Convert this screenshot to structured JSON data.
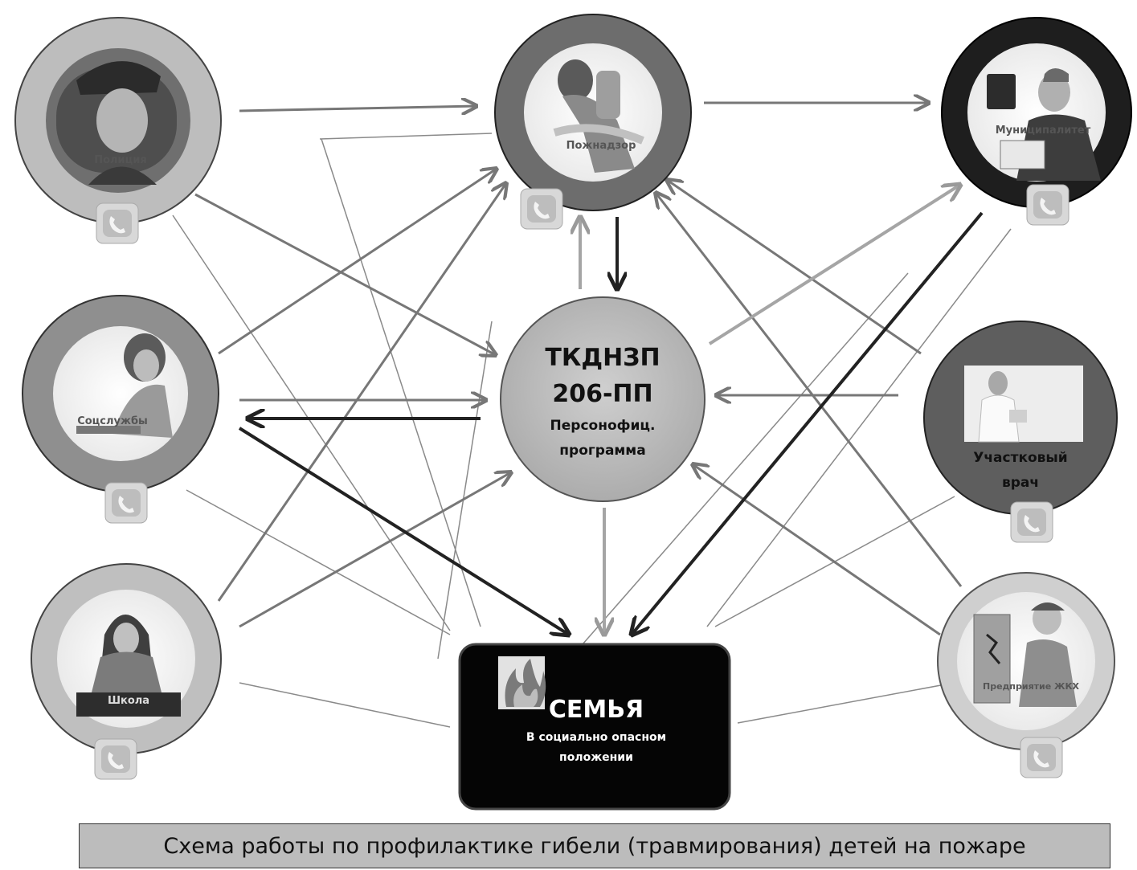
{
  "nodes": {
    "police": {
      "label": "Полиция"
    },
    "fire": {
      "label": "Пожнадзор"
    },
    "municipality": {
      "label": "Муниципалитет"
    },
    "social": {
      "label": "Соцслужбы"
    },
    "doctor": {
      "label_line1": "Участковый",
      "label_line2": "врач"
    },
    "school": {
      "label": "Школа"
    },
    "housing": {
      "label": "Предприятие ЖКХ"
    }
  },
  "center": {
    "line1": "ТКДНЗП",
    "line2": "206-ПП",
    "line3": "Персонофиц.",
    "line4": "программа"
  },
  "family": {
    "title": "СЕМЬЯ",
    "subtitle_line1": "В социально опасном",
    "subtitle_line2": "положении"
  },
  "caption": "Схема работы по профилактике гибели (травмирования) детей на пожаре",
  "icons": [
    "police-officer-icon",
    "firefighter-icon",
    "municipal-official-icon",
    "social-worker-icon",
    "doctor-icon",
    "teacher-icon",
    "electrician-icon",
    "phone-icon",
    "fire-icon"
  ]
}
